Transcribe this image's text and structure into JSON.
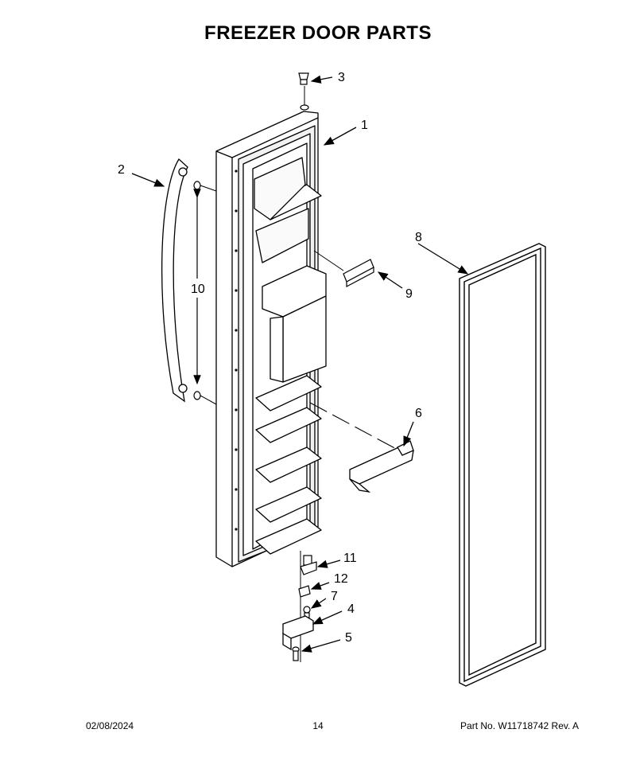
{
  "title": "FREEZER DOOR PARTS",
  "callouts": {
    "c1": "1",
    "c2": "2",
    "c3": "3",
    "c4": "4",
    "c5": "5",
    "c6": "6",
    "c7": "7",
    "c8": "8",
    "c9": "9",
    "c10": "10",
    "c11": "11",
    "c12": "12"
  },
  "footer": {
    "date": "02/08/2024",
    "page": "14",
    "part": "Part No.  W11718742  Rev.  A"
  }
}
